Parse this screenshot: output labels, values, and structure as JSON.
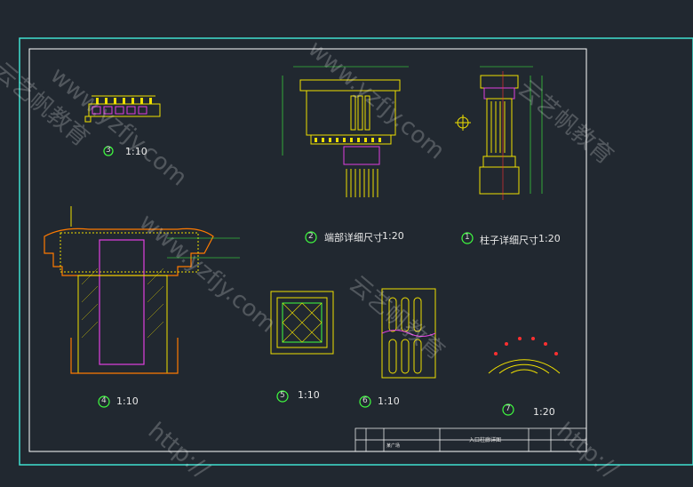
{
  "colors": {
    "background": "#212830",
    "border": "#40e0d0",
    "inner_frame": "#ffffff",
    "yellow": "#f0e000",
    "magenta": "#e040e0",
    "red": "#ff3030",
    "green": "#40ff40",
    "cyan": "#40e0ff",
    "orange": "#ff7a00"
  },
  "details": [
    {
      "id": "1",
      "title": "柱子详细尺寸",
      "scale": "1:20"
    },
    {
      "id": "2",
      "title": "端部详细尺寸",
      "scale": "1:20"
    },
    {
      "id": "3",
      "title": "",
      "scale": "1:10"
    },
    {
      "id": "4",
      "title": "",
      "scale": "1:10"
    },
    {
      "id": "5",
      "title": "",
      "scale": "1:10"
    },
    {
      "id": "6",
      "title": "",
      "scale": "1:10"
    },
    {
      "id": "7",
      "title": "",
      "scale": "1:20"
    }
  ],
  "title_block": {
    "project": "某广场",
    "drawing_name": "入口柱廊详图"
  },
  "watermarks": {
    "site": "www.yzfjy.com",
    "brand": "云艺帆教育",
    "http": "http://"
  },
  "icons": [
    "compass-icon"
  ]
}
